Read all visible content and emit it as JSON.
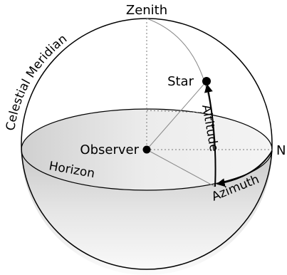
{
  "labels": {
    "zenith": "Zenith",
    "celestial_meridian": "Celestial Meridian",
    "star": "Star",
    "altitude": "Altitude",
    "observer": "Observer",
    "north": "N",
    "horizon": "Horizon",
    "azimuth": "Azimuth"
  },
  "colors": {
    "outline": "#000000",
    "guide": "#888888",
    "horizon_fill": "#e2e2e2",
    "lower_fill": "#d4d4d4"
  }
}
